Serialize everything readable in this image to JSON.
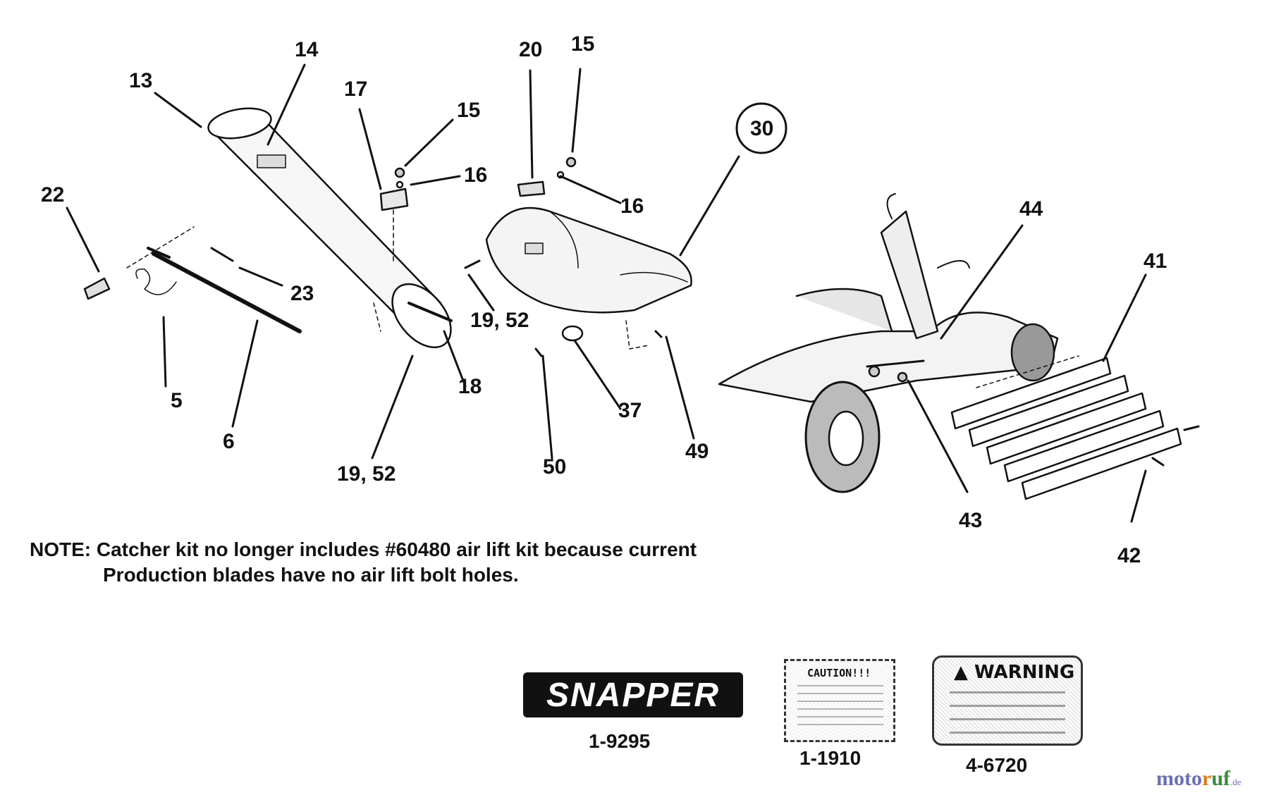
{
  "callouts": {
    "c13": "13",
    "c14": "14",
    "c17": "17",
    "c15a": "15",
    "c16a": "16",
    "c20": "20",
    "c15b": "15",
    "c16b": "16",
    "c30": "30",
    "c22": "22",
    "c23": "23",
    "c5": "5",
    "c6": "6",
    "c18": "18",
    "c1952a": "19, 52",
    "c1952b": "19, 52",
    "c37": "37",
    "c50": "50",
    "c49": "49",
    "c44": "44",
    "c41": "41",
    "c43": "43",
    "c42": "42"
  },
  "note": {
    "line1": "NOTE: Catcher kit no longer includes #60480 air lift kit because current",
    "line2": "Production blades have no air lift bolt holes."
  },
  "decals": {
    "snapper": {
      "text": "SNAPPER",
      "part_no": "1-9295"
    },
    "caution": {
      "text": "CAUTION!!!",
      "part_no": "1-1910"
    },
    "warning": {
      "text": "WARNING",
      "part_no": "4-6720"
    }
  },
  "brand": {
    "a": "moto",
    "b": "r",
    "c": "uf",
    "d": ".de"
  }
}
